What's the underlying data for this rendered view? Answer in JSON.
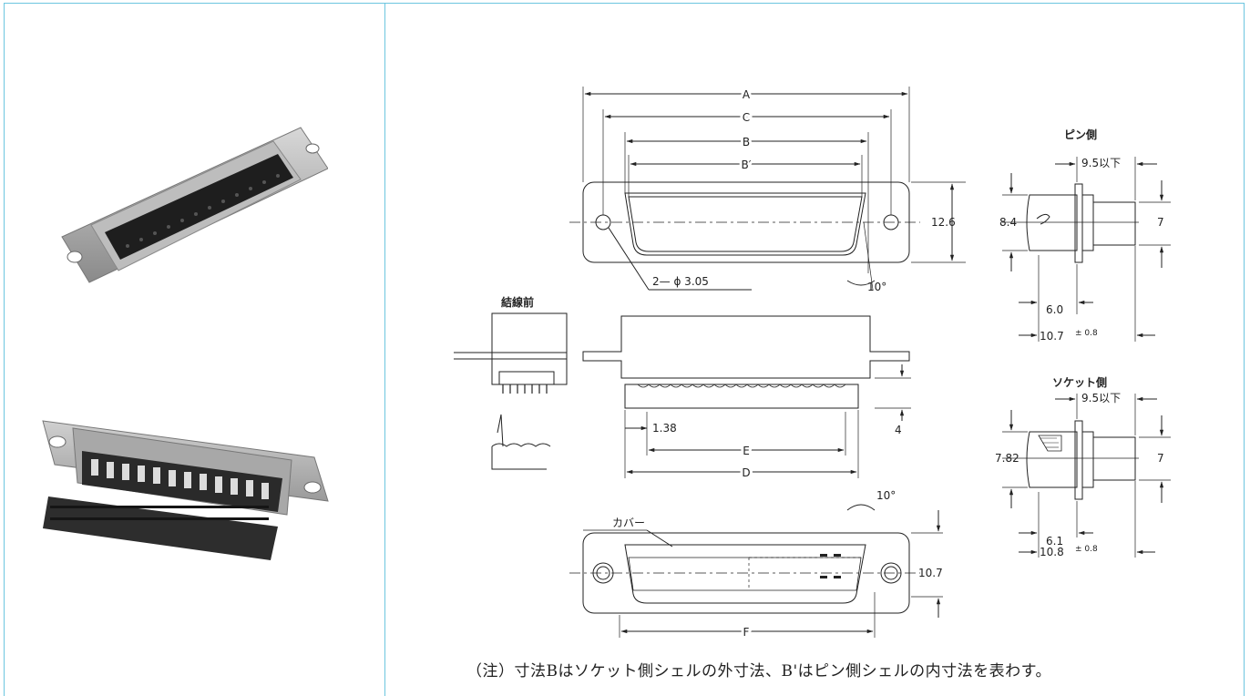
{
  "labels": {
    "A": "A",
    "C": "C",
    "B": "B",
    "B_prime": "B′",
    "dim_12_6": "12.6",
    "hole": "2— ϕ 3.05",
    "angle_10_top": "10°",
    "pin_side": "ピン側",
    "dim_9_5_pin": "9.5以下",
    "dim_8_4": "8.4",
    "dim_7_pin": "7",
    "dim_6_0": "6.0",
    "dim_10_7_pin": "10.7",
    "tol_pin": "± 0.8",
    "before_wiring": "結線前",
    "dim_1_38": "1.38",
    "dim_4": "4",
    "E": "E",
    "D": "D",
    "socket_side": "ソケット側",
    "dim_9_5_socket": "9.5以下",
    "dim_7_82": "7.82",
    "dim_7_socket": "7",
    "dim_6_1": "6.1",
    "dim_10_8": "10.8",
    "tol_socket": "± 0.8",
    "cover": "カバー",
    "angle_10_bottom": "10°",
    "dim_10_7_bottom": "10.7",
    "F": "F"
  },
  "note": "（注）寸法Bはソケット側シェルの外寸法、B'はピン側シェルの内寸法を表わす。",
  "colors": {
    "frame": "#6cc6df",
    "metal": "#9a9a9a",
    "insulator": "#1e1e1e",
    "line": "#222222"
  }
}
